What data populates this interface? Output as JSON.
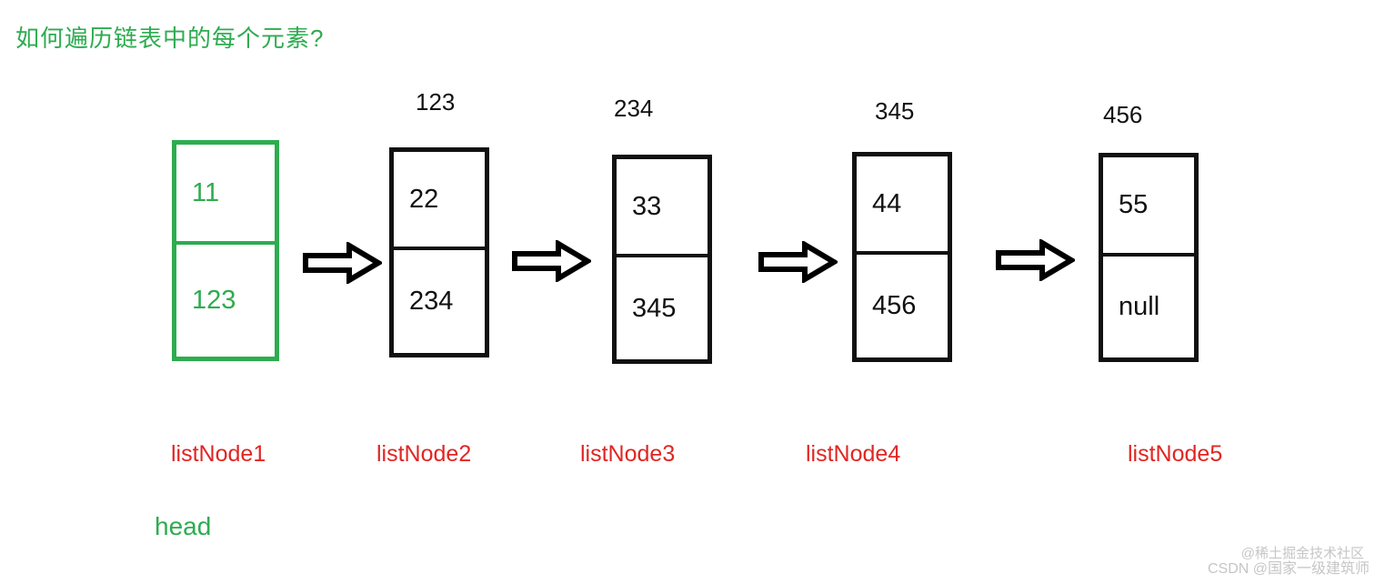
{
  "title": {
    "text": "如何遍历链表中的每个元素?"
  },
  "colors": {
    "green": "#2eac50",
    "red": "#e02622",
    "ink": "#111111",
    "watermark": "#c6c6c6"
  },
  "head_label": "head",
  "nodes": [
    {
      "name": "listNode1",
      "address": "",
      "value": "11",
      "next": "123"
    },
    {
      "name": "listNode2",
      "address": "123",
      "value": "22",
      "next": "234"
    },
    {
      "name": "listNode3",
      "address": "234",
      "value": "33",
      "next": "345"
    },
    {
      "name": "listNode4",
      "address": "345",
      "value": "44",
      "next": "456"
    },
    {
      "name": "listNode5",
      "address": "456",
      "value": "55",
      "next": "null"
    }
  ],
  "watermark": {
    "line1": "@稀土掘金技术社区",
    "line2": "CSDN @国家一级建筑师"
  }
}
